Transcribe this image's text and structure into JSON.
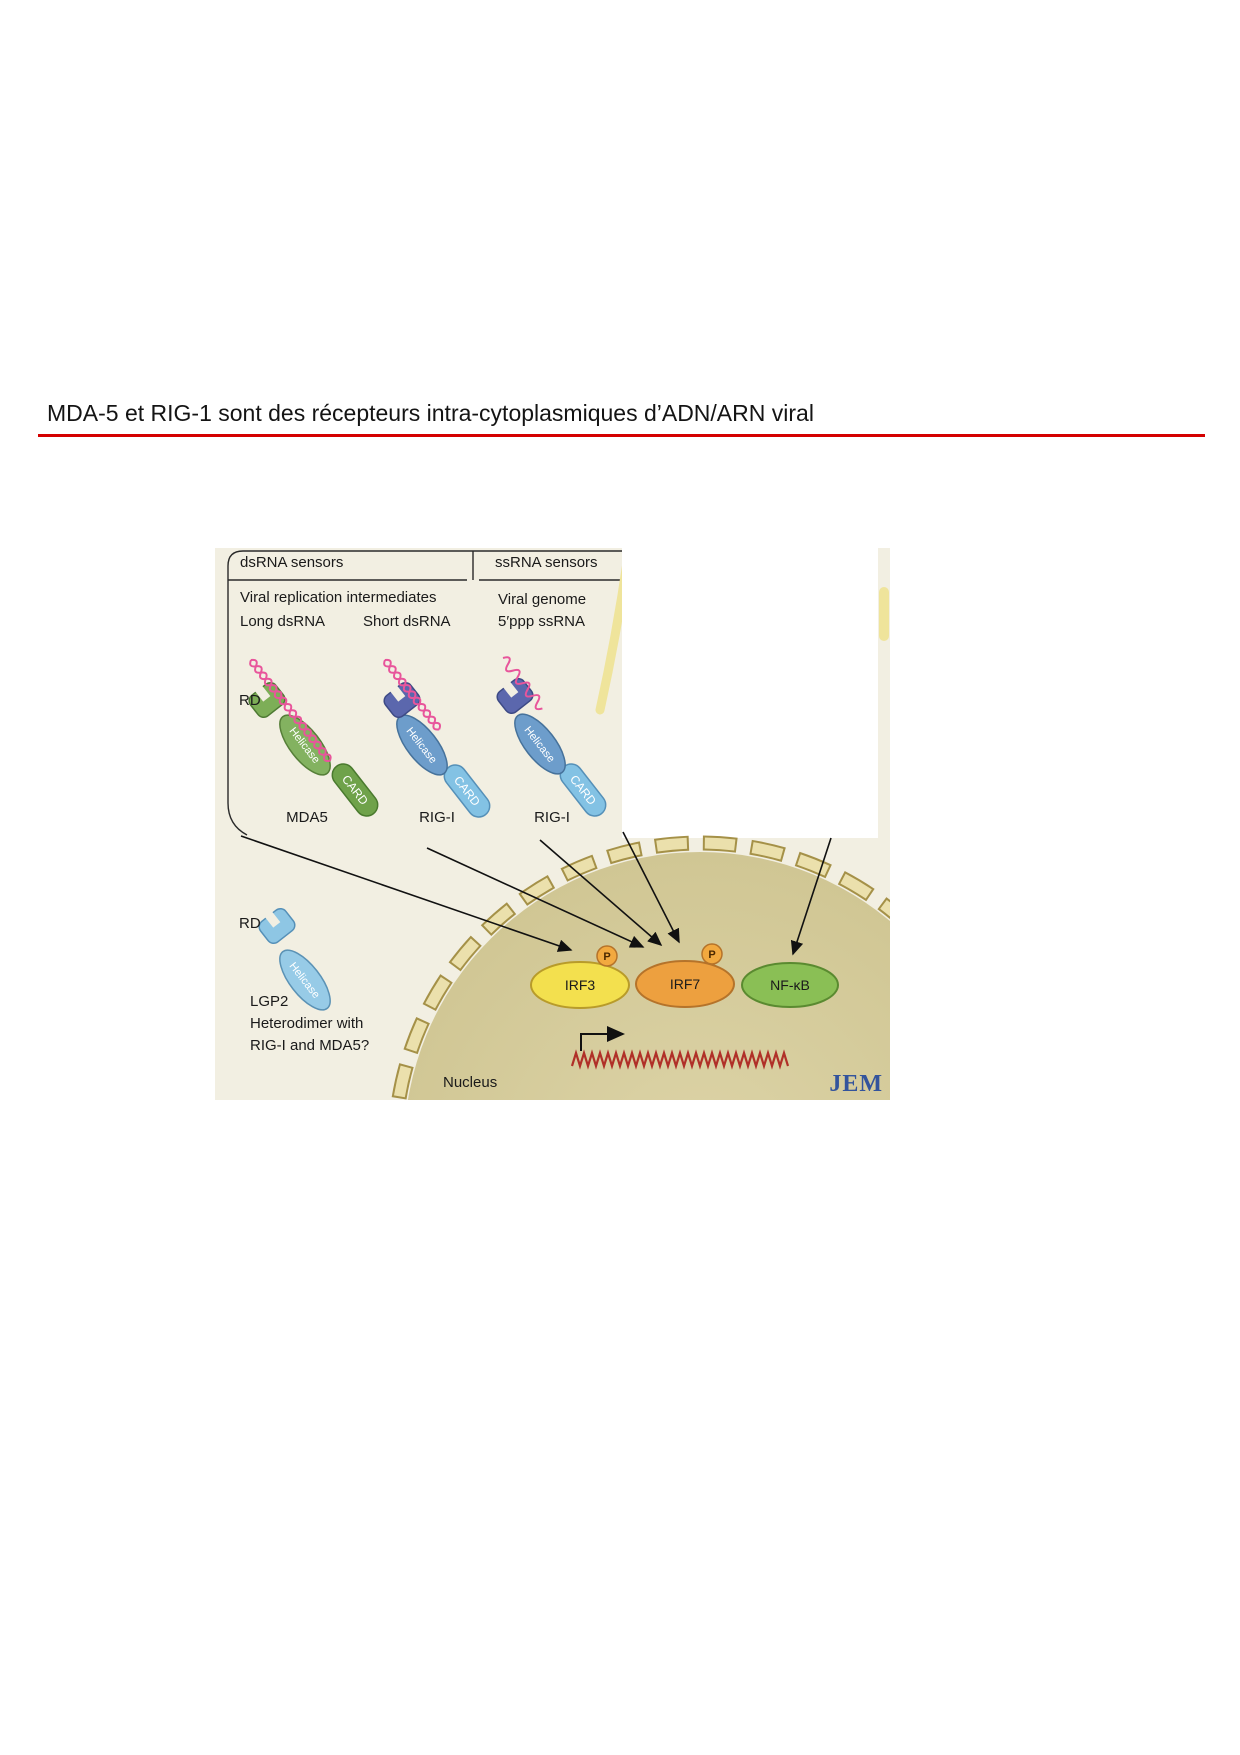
{
  "slide": {
    "title": "MDA-5 et RIG-1 sont des récepteurs intra-cytoplasmiques d’ADN/ARN viral"
  },
  "figure": {
    "headers": {
      "dsrna": "dsRNA sensors",
      "ssrna": "ssRNA sensors"
    },
    "labels": {
      "viral_replication": "Viral replication intermediates",
      "long_dsrna": "Long dsRNA",
      "short_dsrna": "Short dsRNA",
      "viral_genome": "Viral genome",
      "fiveppp": "5′ppp ssRNA",
      "rd_mda5": "RD",
      "rd_lgp2": "RD",
      "nucleus": "Nucleus"
    },
    "proteins": {
      "mda5": {
        "helicase": "Helicase",
        "card": "CARD",
        "name": "MDA5"
      },
      "rigi_short": {
        "helicase": "Helicase",
        "card": "CARD",
        "name": "RIG-I"
      },
      "rigi_ss": {
        "helicase": "Helicase",
        "card": "CARD",
        "name": "RIG-I"
      },
      "lgp2": {
        "helicase": "Helicase",
        "name": "LGP2",
        "note1": "Heterodimer with",
        "note2": "RIG-I and MDA5?"
      }
    },
    "factors": {
      "irf3": "IRF3",
      "irf7": "IRF7",
      "nfkb": "NF-κB",
      "p": "P"
    },
    "journal": "JEM",
    "colors": {
      "accent_rule": "#d40000",
      "figure_bg": "#f2efe2",
      "nucleus_fill": "#d6cd9e",
      "membrane_yellow": "#efe49b",
      "mda5_green": "#6fa24a",
      "rigi_blue": "#6d9dcb",
      "card_blue": "#83c2e4",
      "rd_purple": "#5b67ad",
      "lgp2_blue": "#97cbe7",
      "irf3_yellow": "#f3e04e",
      "irf7_orange": "#eda03f",
      "nfkb_green": "#8abf55",
      "rna_pink": "#e8559b",
      "dna_red": "#b03028",
      "jem_blue": "#33549c"
    }
  }
}
